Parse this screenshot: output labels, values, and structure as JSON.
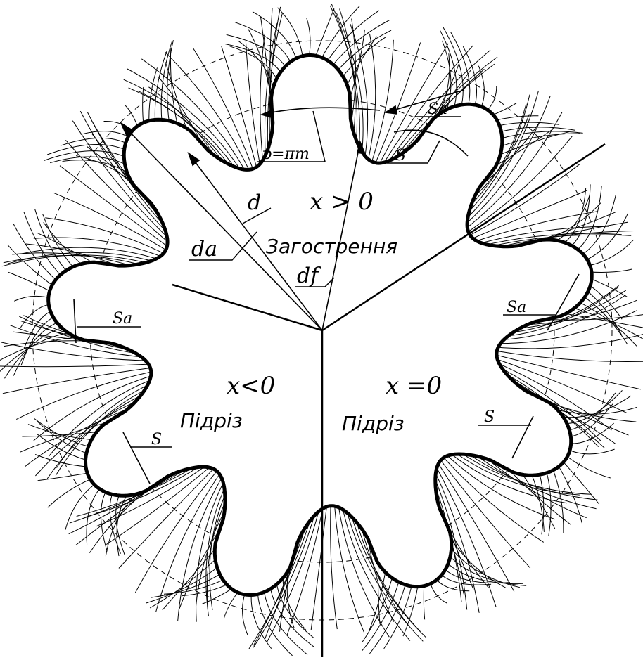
{
  "labels": {
    "pitch": "p=πm",
    "d": "d",
    "da": "da",
    "df": "df",
    "sa": "Sa",
    "s": "S"
  },
  "sectors": {
    "positive": {
      "shift": "x > 0",
      "note": "Загострення"
    },
    "negative": {
      "shift": "x<0",
      "note": "Підріз"
    },
    "zero": {
      "shift": "x =0",
      "note": "Підріз"
    }
  },
  "colors": {
    "ink": "#000000",
    "paper": "#ffffff"
  }
}
